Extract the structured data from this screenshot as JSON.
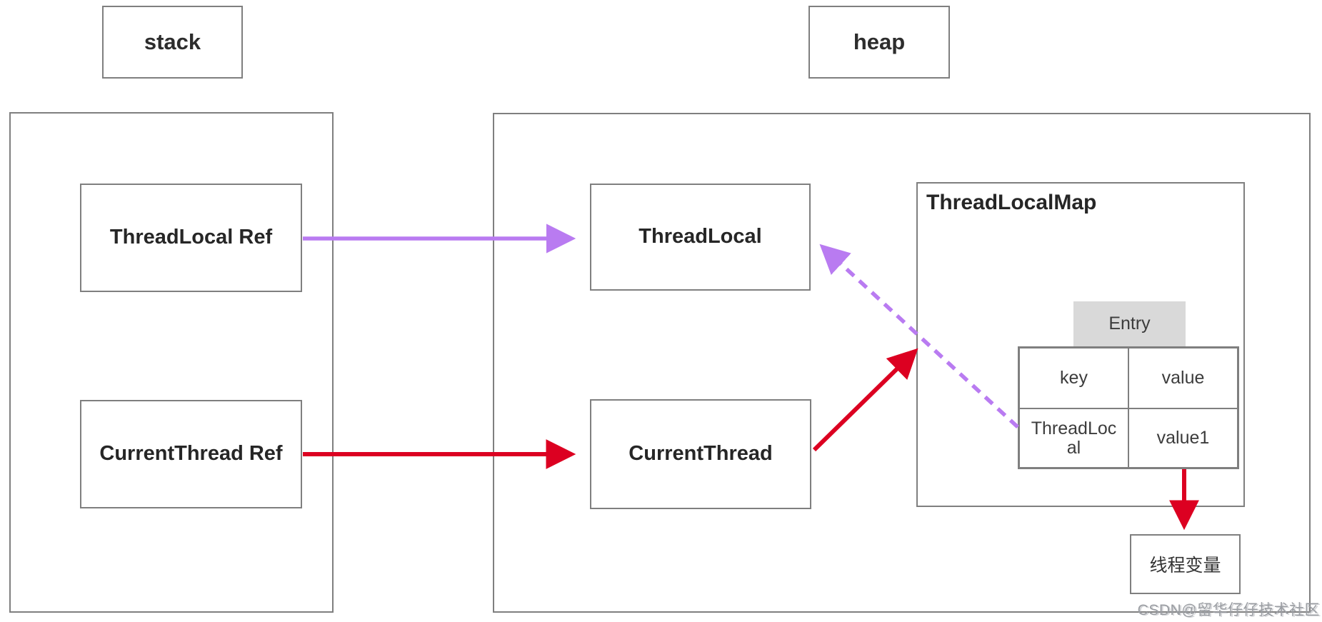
{
  "regions": {
    "stack": {
      "label": "stack"
    },
    "heap": {
      "label": "heap"
    }
  },
  "nodes": {
    "threadlocal_ref": {
      "label": "ThreadLocal Ref"
    },
    "currentthread_ref": {
      "label": "CurrentThread Ref"
    },
    "threadlocal": {
      "label": "ThreadLocal"
    },
    "currentthread": {
      "label": "CurrentThread"
    },
    "threadlocalmap": {
      "label": "ThreadLocalMap"
    },
    "entry": {
      "label": "Entry"
    },
    "thread_variable": {
      "label": "线程变量"
    }
  },
  "entry_table": {
    "header": [
      "key",
      "value"
    ],
    "rows": [
      [
        "ThreadLocal",
        "value1"
      ]
    ]
  },
  "edges": [
    {
      "name": "threadlocal-ref-to-threadlocal",
      "style": "solid",
      "color_key": "purple"
    },
    {
      "name": "currentthread-ref-to-currentthread",
      "style": "solid",
      "color_key": "red"
    },
    {
      "name": "currentthread-to-threadlocalmap",
      "style": "solid",
      "color_key": "red"
    },
    {
      "name": "entry-key-to-threadlocal",
      "style": "dashed",
      "color_key": "purple"
    },
    {
      "name": "value1-to-thread-variable",
      "style": "solid",
      "color_key": "red"
    }
  ],
  "colors": {
    "purple": "#b97bf1",
    "red": "#dc0021",
    "border": "#7f7f7f",
    "entry_bg": "#d9d9d9"
  },
  "watermark": "CSDN@留华仔仔技术社区"
}
